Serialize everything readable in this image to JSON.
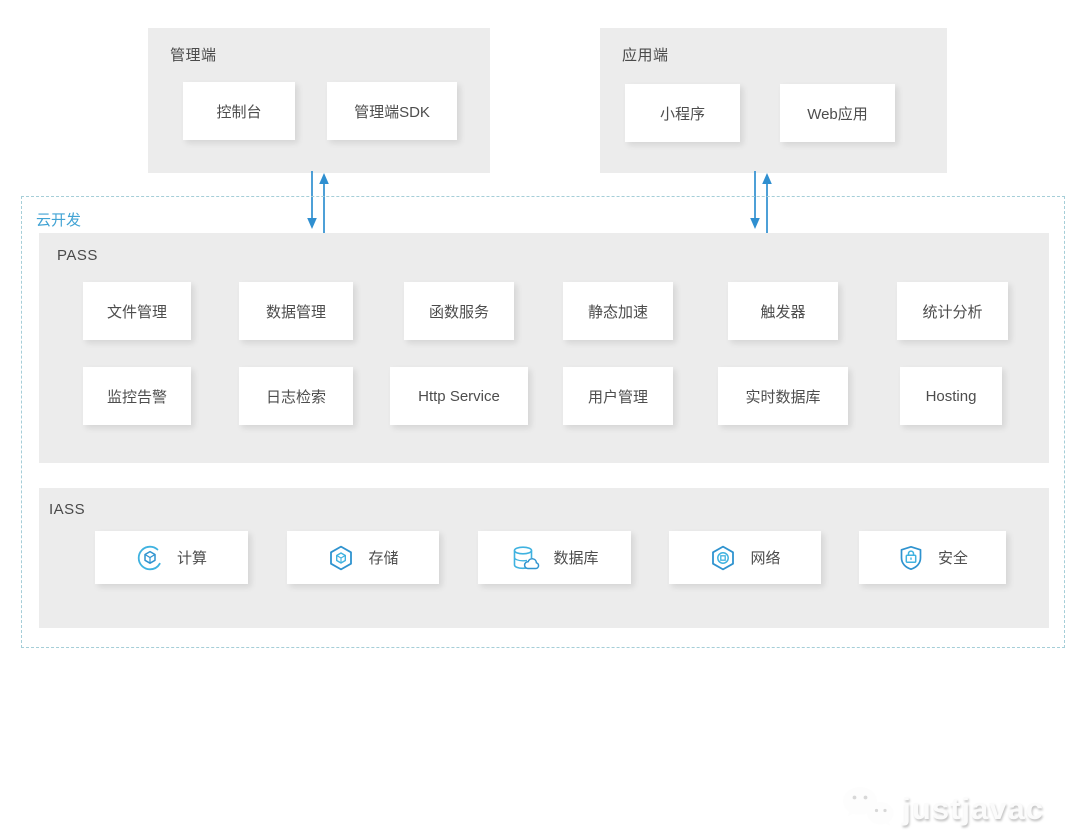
{
  "top_panels": {
    "management": {
      "label": "管理端",
      "chips": [
        "控制台",
        "管理端SDK"
      ]
    },
    "application": {
      "label": "应用端",
      "chips": [
        "小程序",
        "Web应用"
      ]
    }
  },
  "cloud": {
    "label": "云开发",
    "pass": {
      "label": "PASS",
      "row1": [
        "文件管理",
        "数据管理",
        "函数服务",
        "静态加速",
        "触发器",
        "统计分析"
      ],
      "row2": [
        "监控告警",
        "日志检索",
        "Http Service",
        "用户管理",
        "实时数据库",
        "Hosting"
      ]
    },
    "iass": {
      "label": "IASS",
      "items": [
        {
          "icon": "compute-icon",
          "label": "计算"
        },
        {
          "icon": "storage-icon",
          "label": "存储"
        },
        {
          "icon": "database-icon",
          "label": "数据库"
        },
        {
          "icon": "network-icon",
          "label": "网络"
        },
        {
          "icon": "security-icon",
          "label": "安全"
        }
      ]
    }
  },
  "watermark": {
    "icon": "wechat-icon",
    "text": "justjavac"
  },
  "colors": {
    "panel_gray": "#ececec",
    "text_gray": "#4d4d4d",
    "accent_blue": "#2f8fd0",
    "label_blue": "#41a3d4",
    "icon_blue": "#2f93cf",
    "icon_cyan": "#3fb2e0",
    "dashed_border": "#a5ced8"
  }
}
